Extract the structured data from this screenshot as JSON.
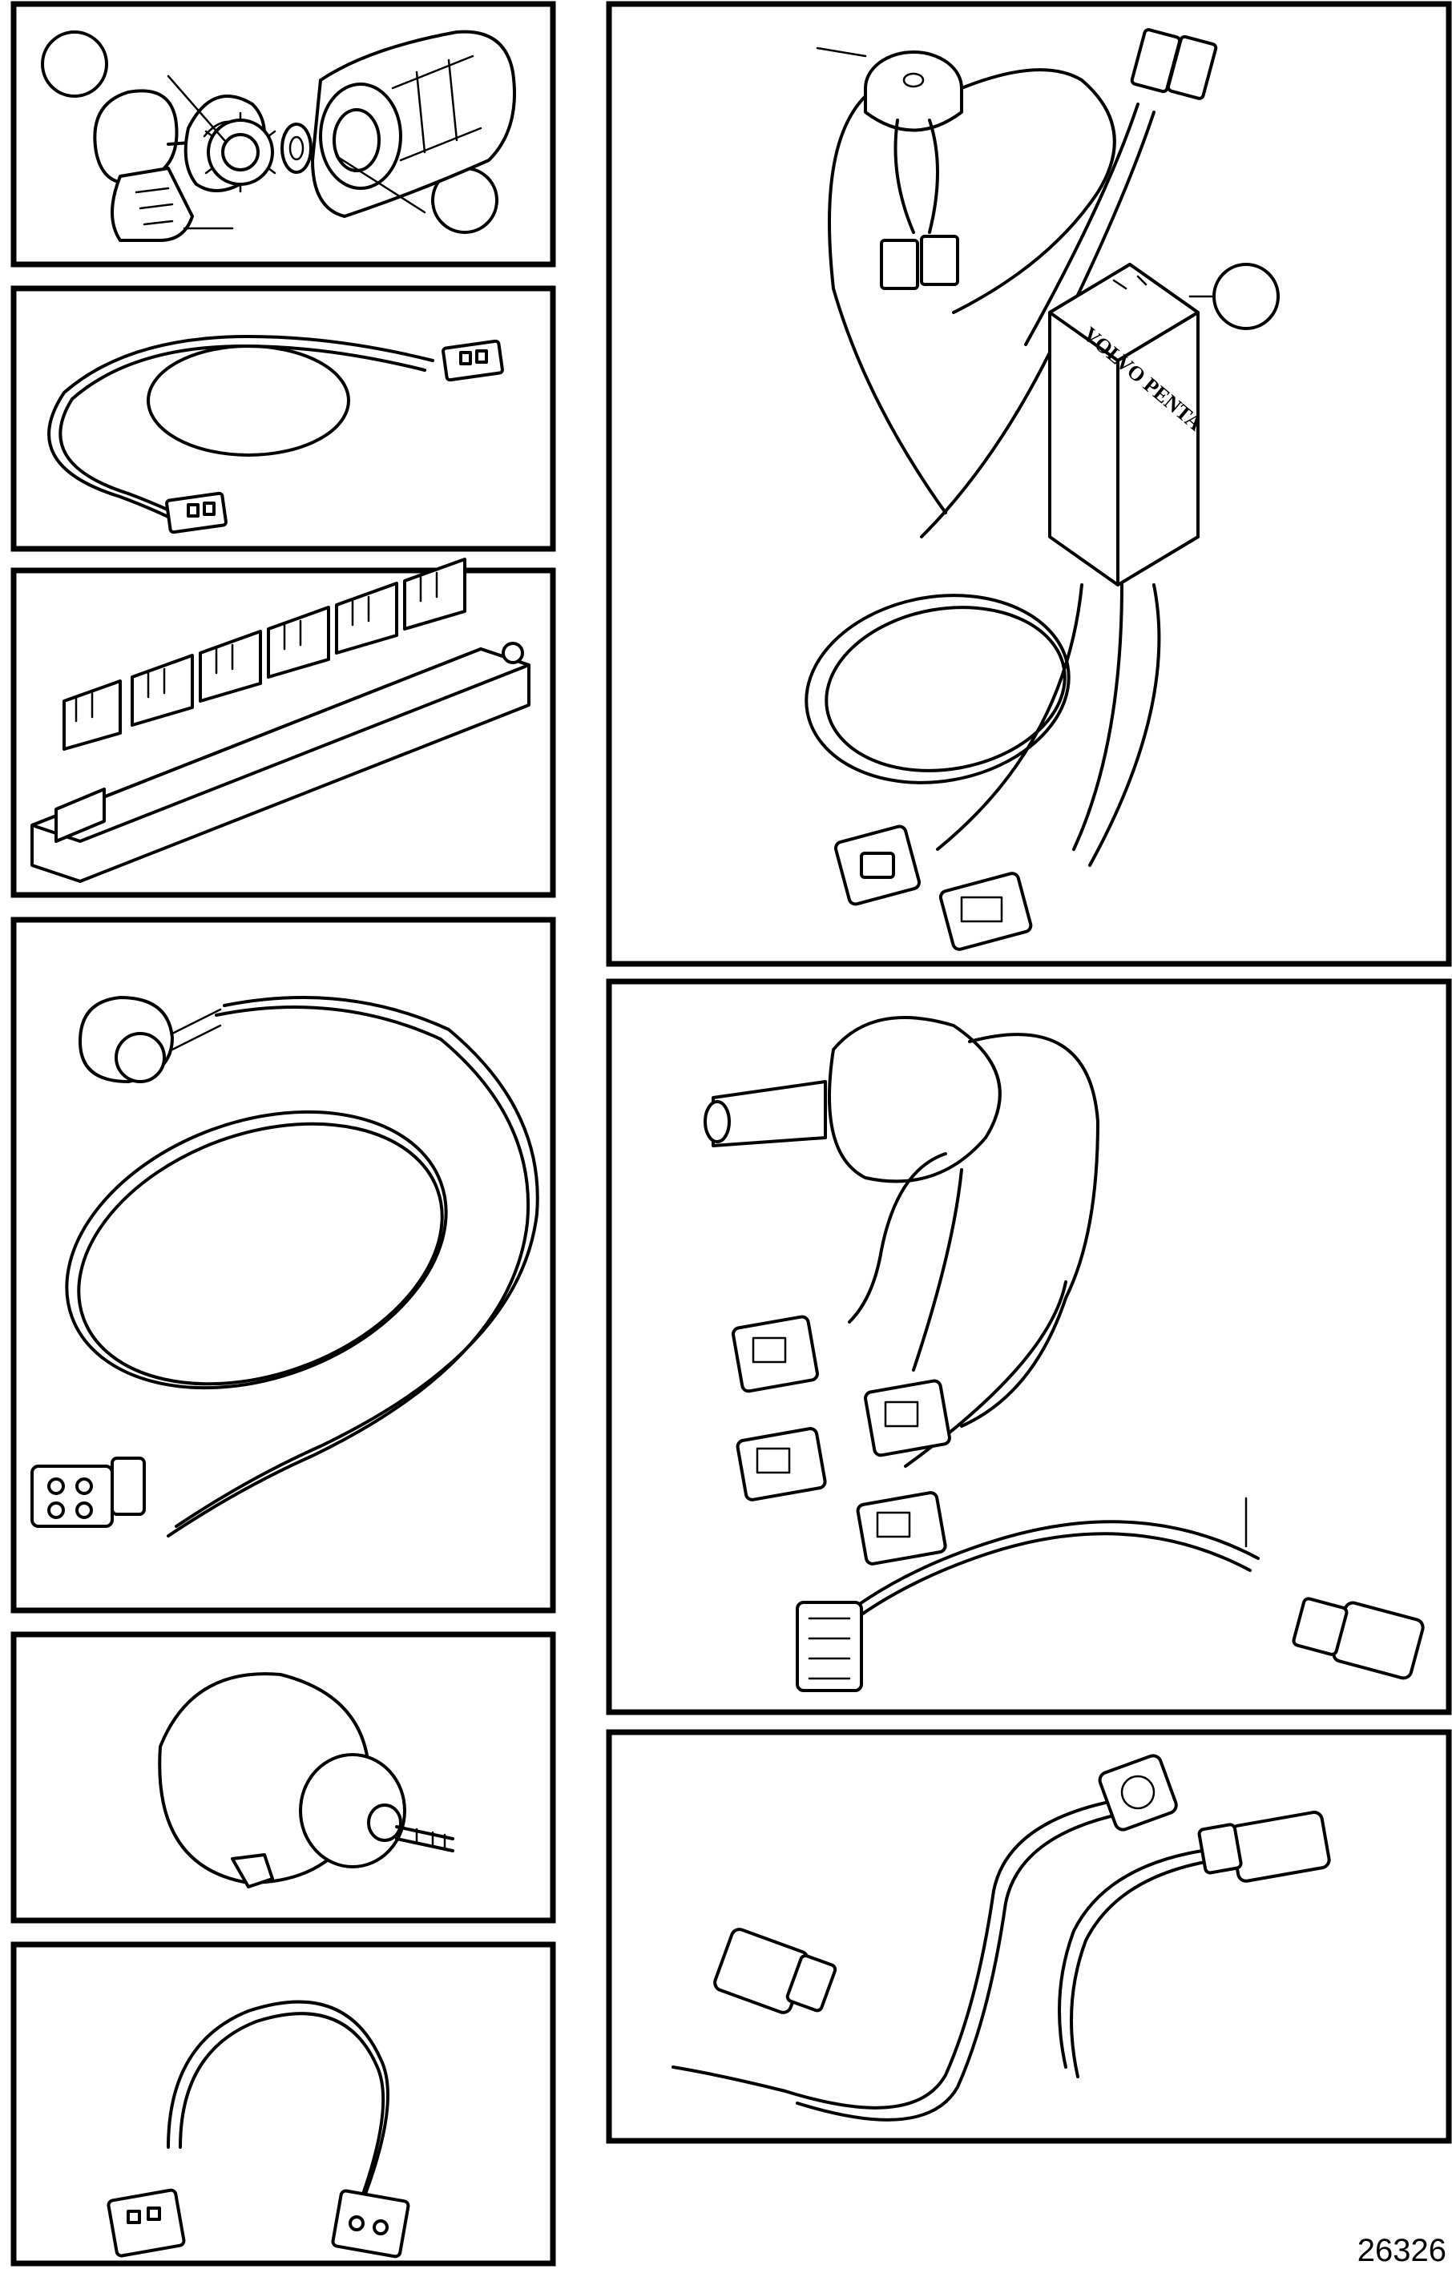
{
  "figure": {
    "reference_number": "26326",
    "module_brand": "VOLVO PENTA"
  },
  "panels": [
    {
      "id": "ignition-switch-kit",
      "callout_markers": 2
    },
    {
      "id": "extension-cable",
      "callout_markers": 0
    },
    {
      "id": "junction-connector-block",
      "callout_markers": 0
    },
    {
      "id": "coiled-cable-harness",
      "callout_markers": 0
    },
    {
      "id": "rotary-switch",
      "callout_markers": 0
    },
    {
      "id": "y-splitter-cable",
      "callout_markers": 0
    },
    {
      "id": "buzzer-module-harness",
      "callout_markers": 1
    },
    {
      "id": "switch-harness",
      "callout_markers": 0
    },
    {
      "id": "adapter-harness",
      "callout_markers": 0
    }
  ]
}
